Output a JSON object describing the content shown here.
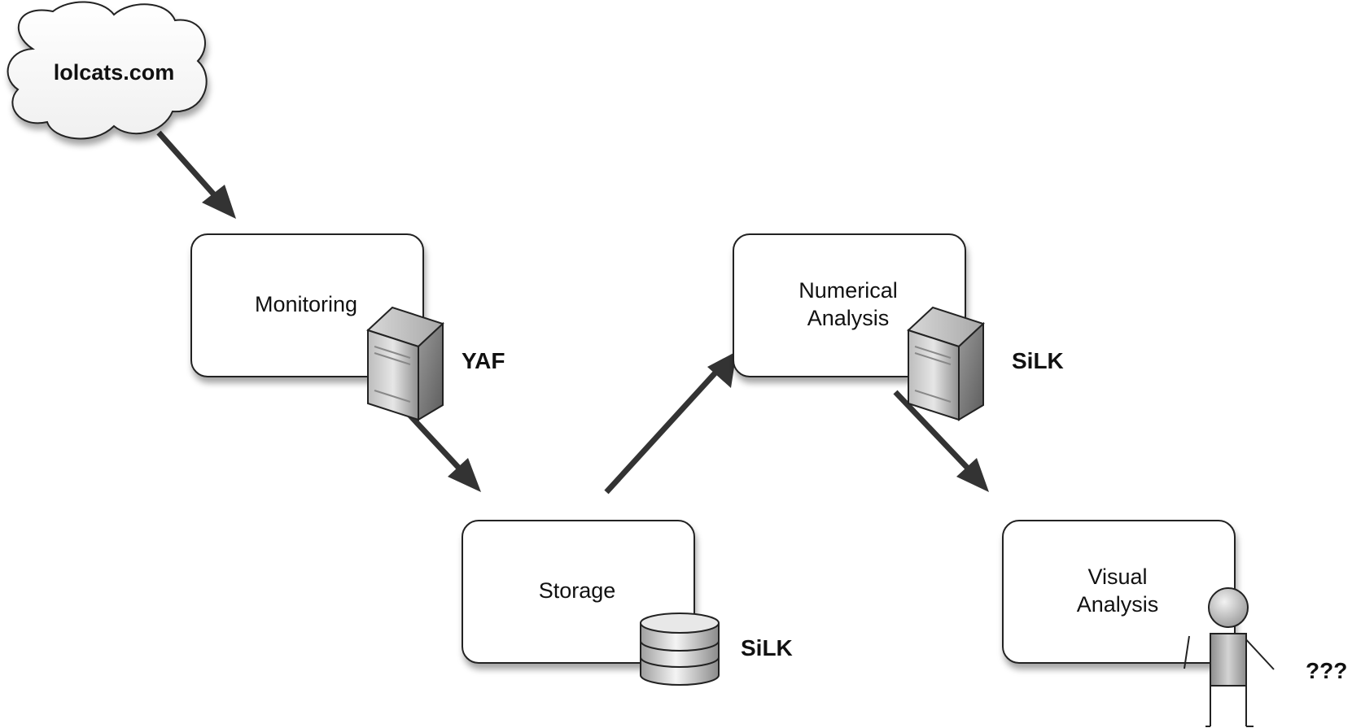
{
  "nodes": {
    "cloud": {
      "label": "lolcats.com"
    },
    "monitoring": {
      "label": "Monitoring"
    },
    "storage": {
      "label": "Storage"
    },
    "numerical": {
      "line1": "Numerical",
      "line2": "Analysis"
    },
    "visual": {
      "line1": "Visual",
      "line2": "Analysis"
    }
  },
  "tools": {
    "monitoring": "YAF",
    "storage": "SiLK",
    "numerical": "SiLK",
    "visual": "???"
  },
  "colors": {
    "stroke": "#222222",
    "box_fill": "#ffffff",
    "arrow": "#333333",
    "shadow": "#bdbdbd"
  }
}
